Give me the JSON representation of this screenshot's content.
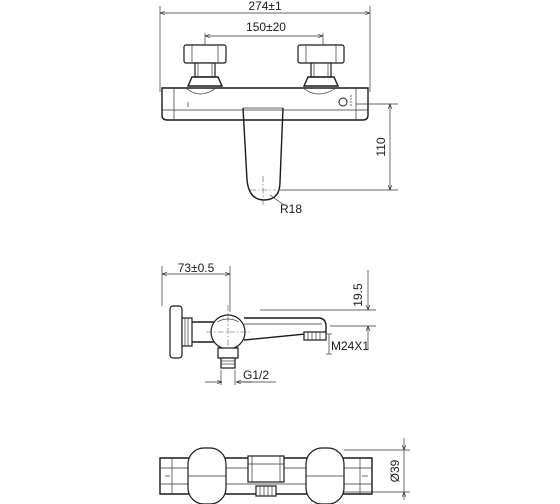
{
  "top_view": {
    "dim_total_width": "274±1",
    "dim_handle_spacing": "150±20",
    "dim_spout_height": "110",
    "label_radius": "R18"
  },
  "side_view": {
    "dim_projection": "73±0.5",
    "dim_spout_offset": "19.5",
    "label_thread_outlet": "M24X1",
    "label_inlet_thread": "G1/2"
  },
  "bottom_view": {
    "label_diameter": "Ø39"
  },
  "colors": {
    "line": "#1a1a1a",
    "background": "#ffffff"
  }
}
